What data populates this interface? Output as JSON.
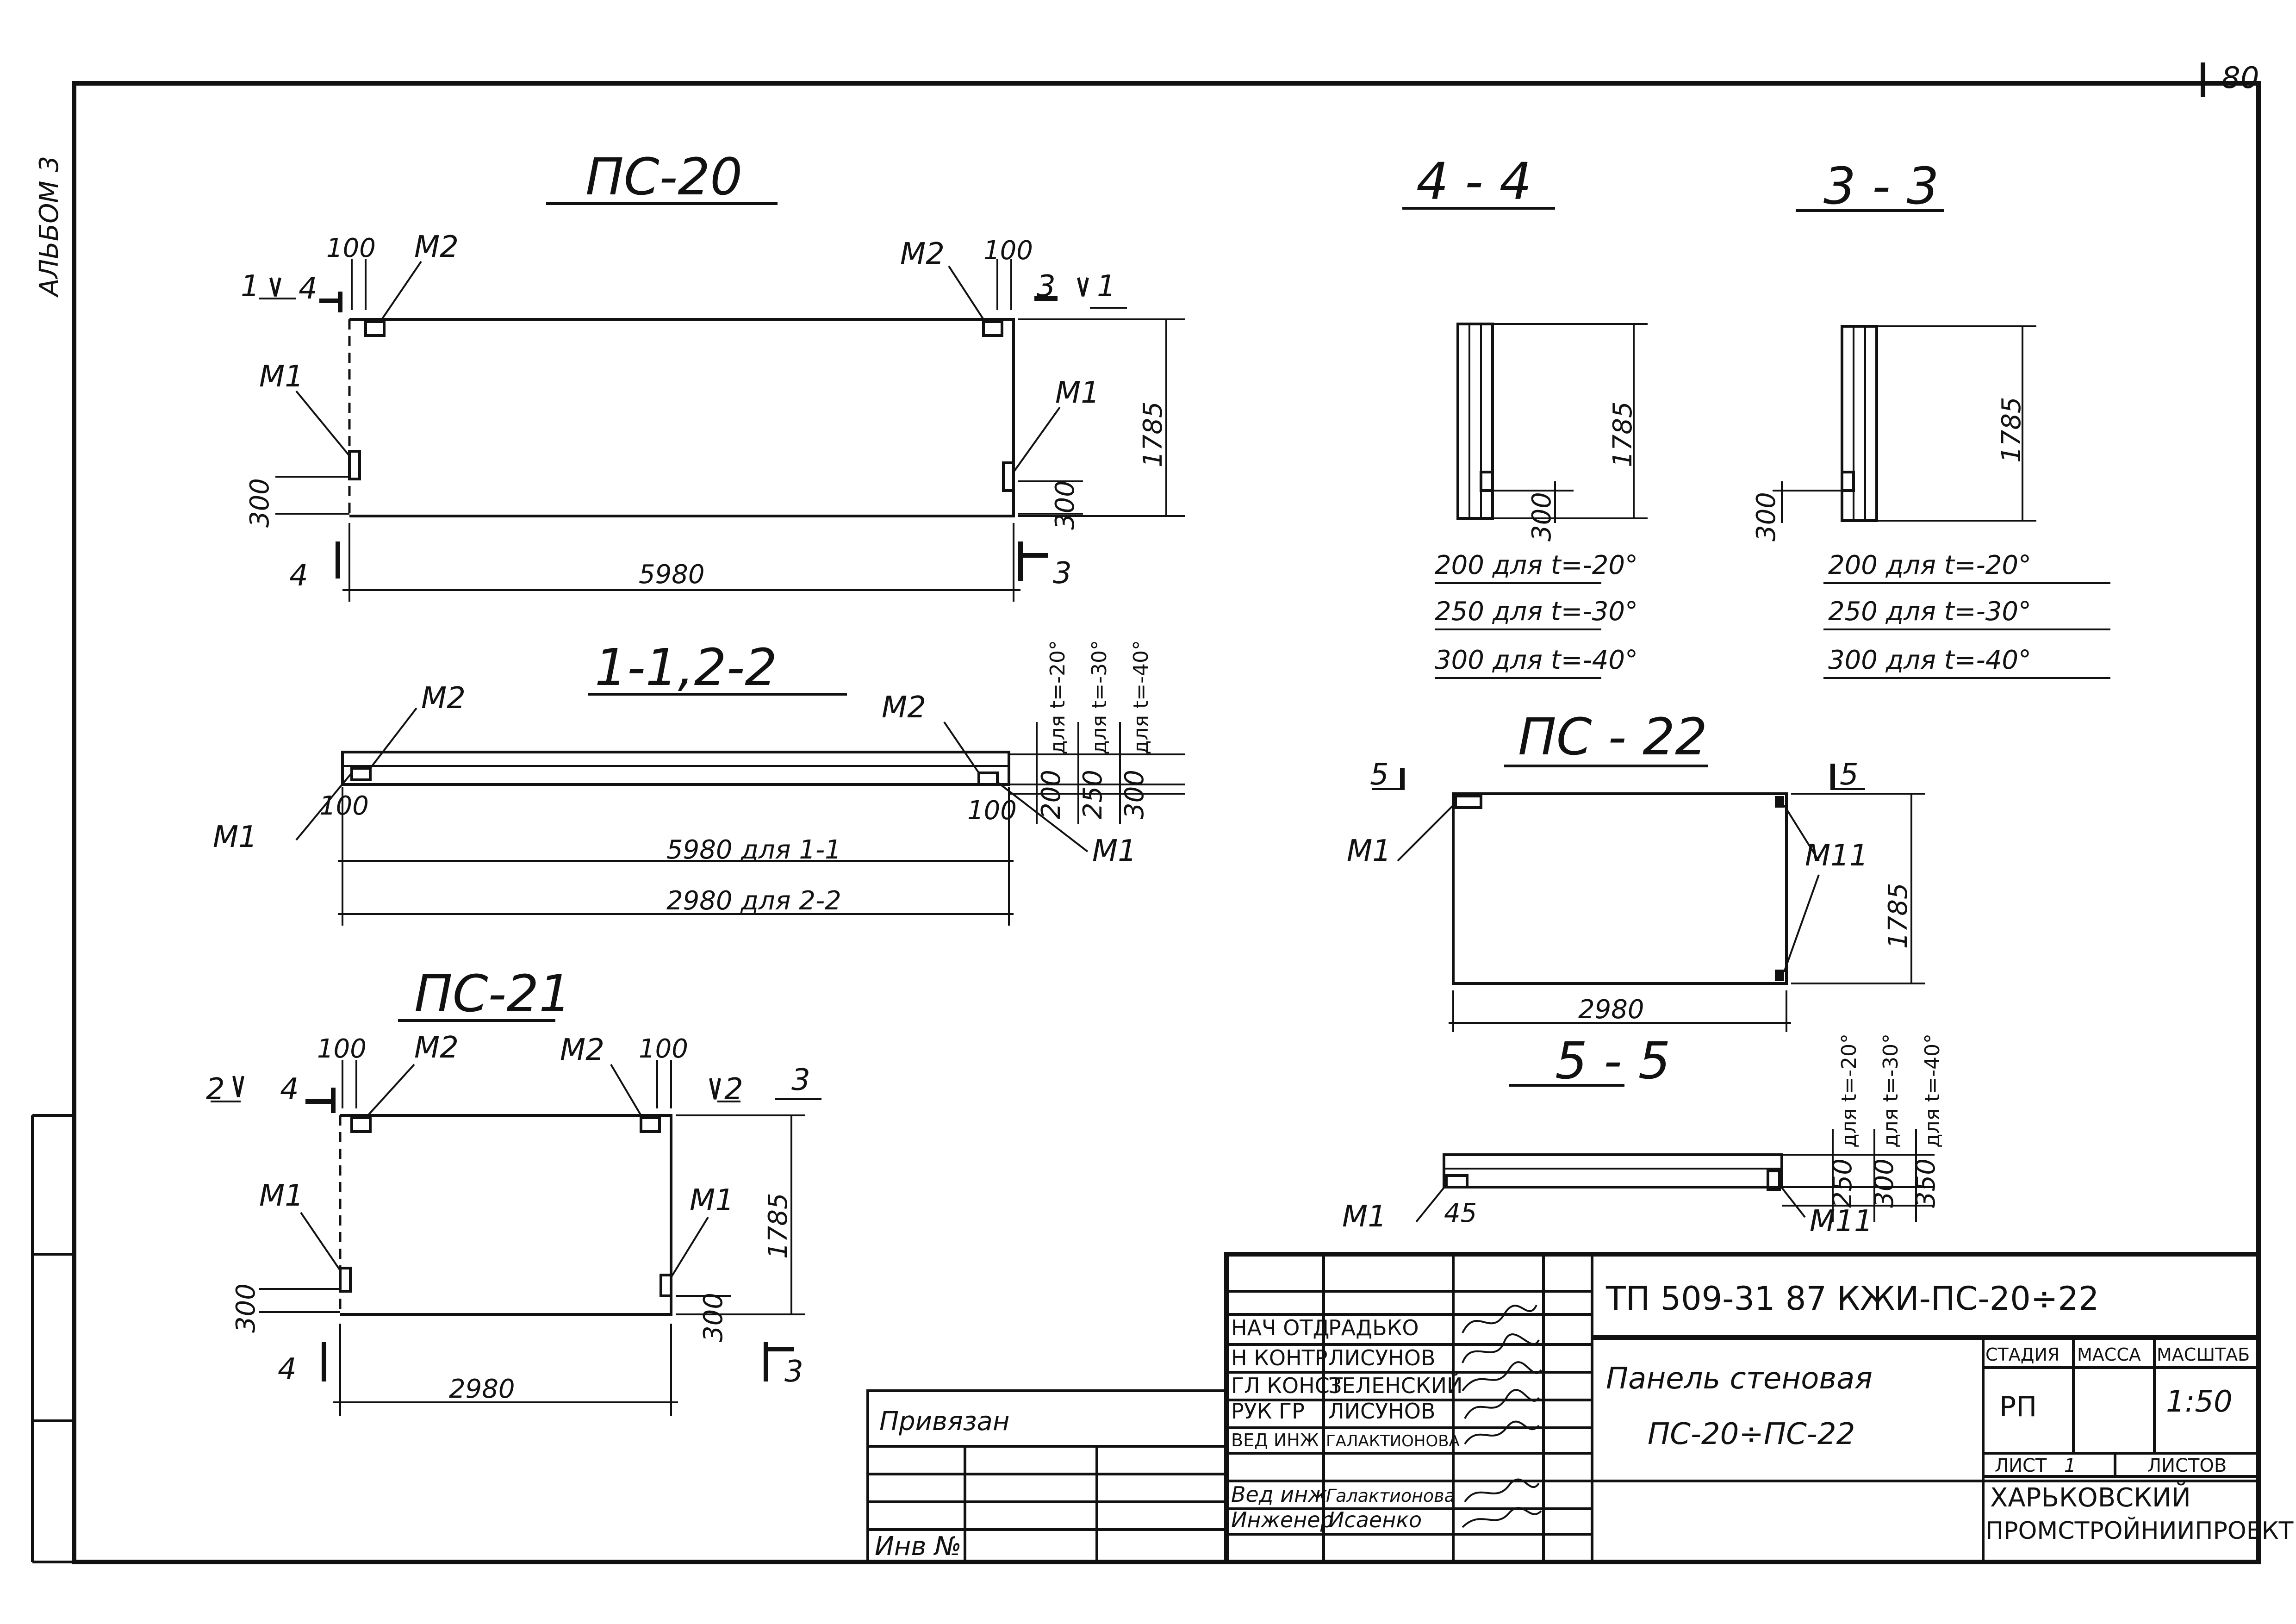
{
  "page_number": "80",
  "album": "АЛЬБОМ 3",
  "views": {
    "ps20": {
      "title": "ПС-20",
      "marks": [
        "M2",
        "M2",
        "M1",
        "M1"
      ],
      "dims": {
        "edge_left": "100",
        "edge_right": "100",
        "height": "1785",
        "length": "5980",
        "offset_left": "300",
        "offset_right": "300"
      },
      "section_marks": [
        "1",
        "4",
        "3",
        "1",
        "4",
        "3"
      ]
    },
    "sec11": {
      "title": "1-1,2-2",
      "marks": [
        "M2",
        "M2",
        "M1",
        "M1"
      ],
      "dims": {
        "edge_left": "100",
        "edge_right": "100",
        "len1": "5980 для 1-1",
        "len2": "2980 для 2-2"
      },
      "thickness": [
        "200",
        "250",
        "300"
      ],
      "temps": [
        "для t=-20°",
        "для t=-30°",
        "для t=-40°"
      ]
    },
    "ps21": {
      "title": "ПС-21",
      "marks": [
        "M2",
        "M2",
        "M1",
        "M1"
      ],
      "dims": {
        "edge_left": "100",
        "edge_right": "100",
        "height": "1785",
        "length": "2980",
        "offset_left": "300",
        "offset_right": "300"
      },
      "section_marks": [
        "2",
        "4",
        "2",
        "3",
        "4",
        "3"
      ]
    },
    "sec44": {
      "title": "4 - 4",
      "height": "1785",
      "offset": "300",
      "rows": [
        "200 для t=-20°",
        "250 для t=-30°",
        "300 для t=-40°"
      ]
    },
    "sec33": {
      "title": "3 - 3",
      "height": "1785",
      "offset": "300",
      "rows": [
        "200 для t=-20°",
        "250 для t=-30°",
        "300 для t=-40°"
      ]
    },
    "ps22": {
      "title": "ПС - 22",
      "marks": [
        "M1",
        "M11"
      ],
      "dims": {
        "height": "1785",
        "length": "2980"
      },
      "section_marks": [
        "5",
        "5"
      ]
    },
    "sec55": {
      "title": "5 - 5",
      "marks": [
        "M1",
        "M11"
      ],
      "dims": {
        "edge": "45"
      },
      "thickness": [
        "250",
        "300",
        "350"
      ],
      "temps": [
        "для t=-20°",
        "для t=-30°",
        "для t=-40°"
      ]
    }
  },
  "binding": {
    "label": "Привязан",
    "inv": "Инв №"
  },
  "titleblock": {
    "code": "ТП 509-31 87   КЖИ-ПС-20÷22",
    "staff": [
      {
        "role": "НАЧ ОТД",
        "name": "РАДЬКО"
      },
      {
        "role": "Н КОНТР",
        "name": "ЛИСУНОВ"
      },
      {
        "role": "ГЛ КОНСТ",
        "name": "ЗЕЛЕНСКИЙ"
      },
      {
        "role": "РУК ГР",
        "name": "ЛИСУНОВ"
      },
      {
        "role": "ВЕД ИНЖ",
        "name": "ГАЛАКТИОНОВА"
      },
      {
        "role": "Вед инж",
        "name": "Галактионова"
      },
      {
        "role": "Инженер",
        "name": "Исаенко"
      }
    ],
    "name_line1": "Панель стеновая",
    "name_line2": "ПС-20÷ПС-22",
    "stage_hdr": "СТАДИЯ",
    "mass_hdr": "МАССА",
    "scale_hdr": "МАСШТАБ",
    "stage": "РП",
    "scale": "1:50",
    "sheet_hdr": "ЛИСТ",
    "sheet_no": "1",
    "sheets_hdr": "ЛИСТОВ",
    "org1": "ХАРЬКОВСКИЙ",
    "org2": "ПРОМСТРОЙНИИПРОЕКТ"
  }
}
